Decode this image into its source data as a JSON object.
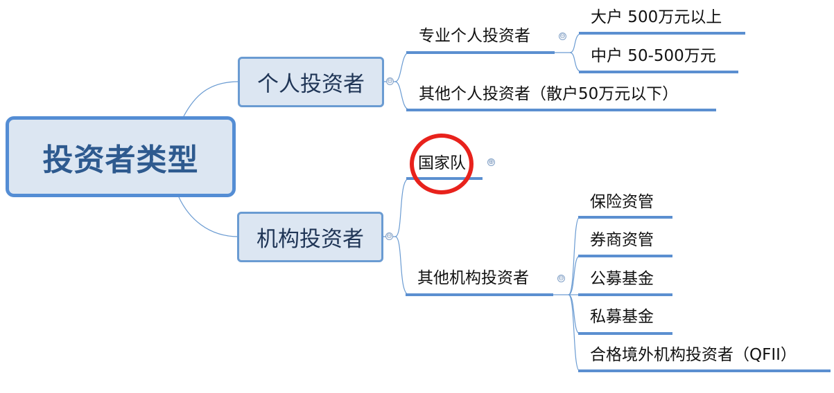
{
  "root": {
    "label": "投资者类型"
  },
  "branches": [
    {
      "label": "个人投资者",
      "toggle": "⊖",
      "children": [
        {
          "label": "专业个人投资者",
          "toggle": "⊖",
          "children": [
            {
              "label": "大户  500万元以上"
            },
            {
              "label": "中户  50-500万元"
            }
          ]
        },
        {
          "label": "其他个人投资者（散户50万元以下）"
        }
      ]
    },
    {
      "label": "机构投资者",
      "toggle": "⊖",
      "children": [
        {
          "label": "国家队",
          "toggle": "⊕",
          "highlighted": true
        },
        {
          "label": "其他机构投资者",
          "toggle": "⊖",
          "children": [
            {
              "label": "保险资管"
            },
            {
              "label": "券商资管"
            },
            {
              "label": "公募基金"
            },
            {
              "label": "私募基金"
            },
            {
              "label": "合格境外机构投资者（QFII）"
            }
          ]
        }
      ]
    }
  ],
  "colors": {
    "node_fill": "#dce6f2",
    "node_border": "#548dd4",
    "underline": "#5b8fd0",
    "connector": "#6a9bd2",
    "highlight_circle": "#e8221c",
    "root_text": "#2e5a8f"
  }
}
